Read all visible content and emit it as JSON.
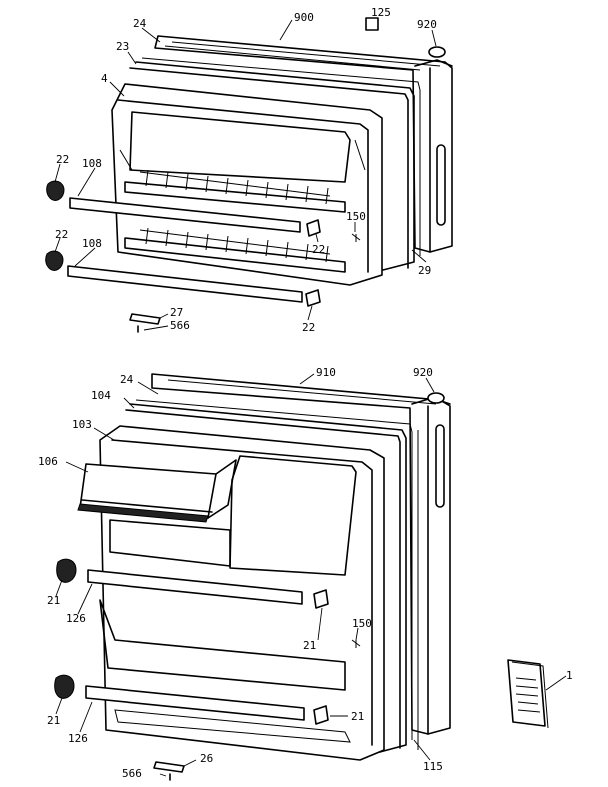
{
  "labels": {
    "l900": "900",
    "l125": "125",
    "l920a": "920",
    "l24a": "24",
    "l23": "23",
    "l4": "4",
    "l22a": "22",
    "l108a": "108",
    "l150a": "150",
    "l22b": "22",
    "l29": "29",
    "l22c": "22",
    "l108b": "108",
    "l27": "27",
    "l566a": "566",
    "l22d": "22",
    "l910": "910",
    "l920b": "920",
    "l24b": "24",
    "l104": "104",
    "l103": "103",
    "l106": "106",
    "l21a": "21",
    "l126a": "126",
    "l150b": "150",
    "l21b": "21",
    "l21c": "21",
    "l126b": "126",
    "l21d": "21",
    "l1": "1",
    "l26": "26",
    "l566b": "566",
    "l115": "115"
  }
}
